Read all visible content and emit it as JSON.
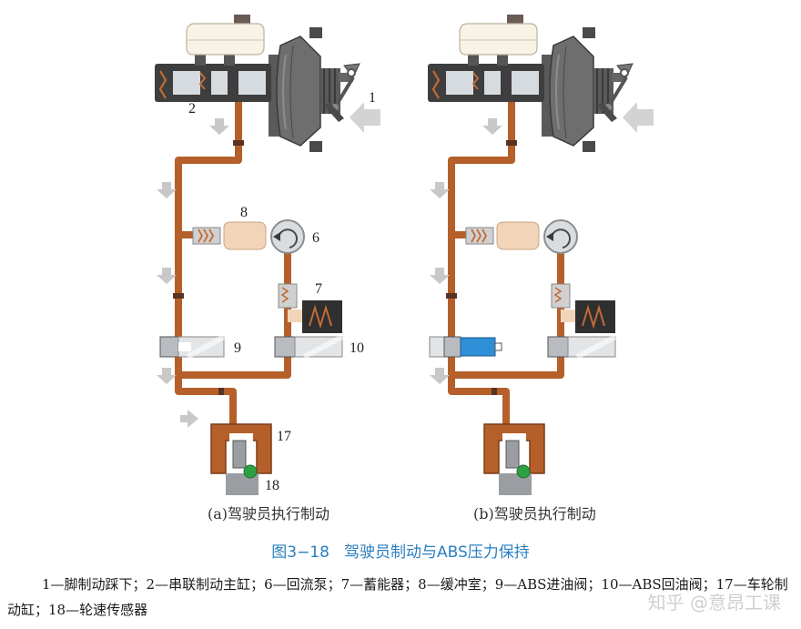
{
  "diagram": {
    "labels_a": [
      "1",
      "2",
      "8",
      "6",
      "7",
      "9",
      "10",
      "17",
      "18"
    ],
    "caption_a": "(a)驾驶员执行制动",
    "caption_b": "(b)驾驶员执行制动"
  },
  "figure": {
    "number": "图3−18",
    "title": "驾驶员制动与ABS压力保持"
  },
  "legend_text": "1—脚制动踩下；2—串联制动主缸；6—回流泵；7—蓄能器；8—缓冲室；9—ABS进油阀；10—ABS回油阀；17—车轮制动缸；18—轮速传感器",
  "watermark": "知乎 @意昂工课",
  "colors": {
    "brake_line": "#b5602a",
    "flow_arrow": "#c8c8c8",
    "valve_closed_blue": "#2f8fd6",
    "wheel_sensor": "#2da043",
    "caption_blue": "#2a7fc0"
  }
}
